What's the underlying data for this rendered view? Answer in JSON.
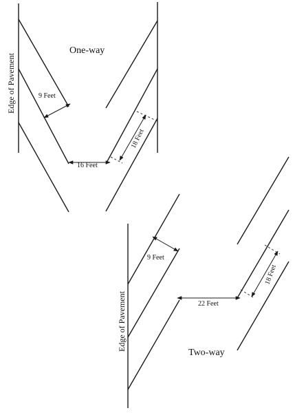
{
  "one_way": {
    "title": "One-way",
    "edge_label": "Edge of Pavement",
    "stall_width_label": "9 Feet",
    "aisle_width_label": "16 Feet",
    "stall_depth_label": "18 Feet"
  },
  "two_way": {
    "title": "Two-way",
    "edge_label": "Edge of Pavement",
    "stall_width_label": "9 Feet",
    "aisle_width_label": "22 Feet",
    "stall_depth_label": "18 Feet"
  }
}
